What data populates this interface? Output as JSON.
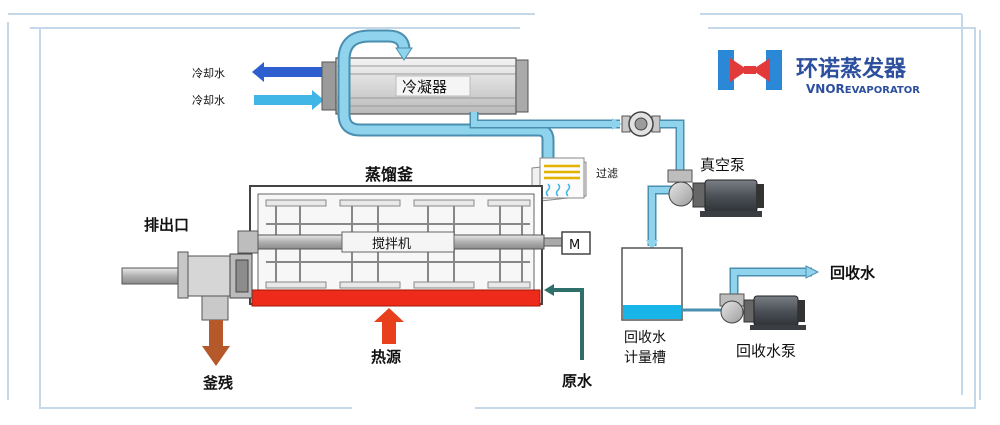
{
  "brand": {
    "name": "环诺蒸发器",
    "latin_prefix": "VNOR",
    "latin_suffix": "EVAPORATOR",
    "colors": {
      "red": "#e23a3a",
      "blue": "#2a88d6",
      "text": "#2c4f9e"
    }
  },
  "labels": {
    "cooling_water_out": "冷却水",
    "cooling_water_in": "冷却水",
    "condenser": "冷凝器",
    "filter": "过滤",
    "vacuum_pump": "真空泵",
    "still": "蒸馏釜",
    "agitator": "搅拌机",
    "motor": "M",
    "outlet": "排出口",
    "heat_source": "热源",
    "residue": "釜残",
    "raw_water": "原水",
    "recovered_water": "回收水",
    "tank_line1": "回收水",
    "tank_line2": "计量槽",
    "recovery_pump": "回收水泵"
  },
  "colors": {
    "pipe": "#8fd3ec",
    "pipe_edge": "#4a8fb0",
    "arrow_dark_blue": "#2d5fcf",
    "arrow_cyan": "#3fb6e6",
    "heater": "#ee2a1a",
    "heat_arrow": "#e8401c",
    "residue_arrow": "#b5592a",
    "raw_water_pipe": "#2f6f6a",
    "water": "#18b6e8",
    "frame": "#c2d6ea"
  }
}
